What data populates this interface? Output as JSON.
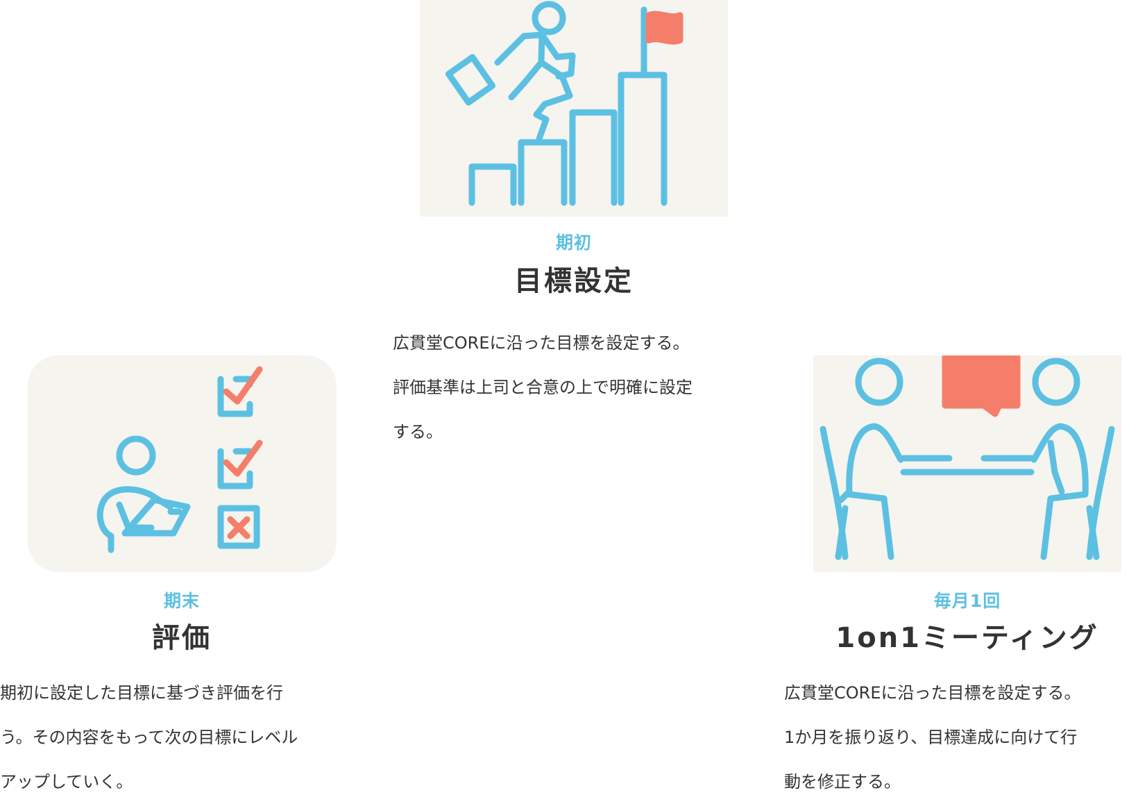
{
  "steps": [
    {
      "subtitle": "期初",
      "title": "目標設定",
      "desc": [
        "広貫堂COREに沿った目標を設定する。",
        "評価基準は上司と合意の上で明確に設定",
        "する。"
      ],
      "icon": "climbing-stairs-flag-icon"
    },
    {
      "subtitle": "期末",
      "title": "評価",
      "desc": [
        "期初に設定した目標に基づき評価を行",
        "う。その内容をもって次の目標にレベル",
        "アップしていく。"
      ],
      "icon": "person-checklist-icon"
    },
    {
      "subtitle": "毎月1回",
      "title": "1on1ミーティング",
      "desc": [
        "広貫堂COREに沿った目標を設定する。",
        "1か月を振り返り、目標達成に向けて行",
        "動を修正する。"
      ],
      "icon": "two-people-meeting-icon"
    }
  ],
  "colors": {
    "accent_blue": "#5cc0e2",
    "accent_coral": "#f57e6a",
    "panel_bg": "#f5f4ee",
    "text": "#333333"
  }
}
